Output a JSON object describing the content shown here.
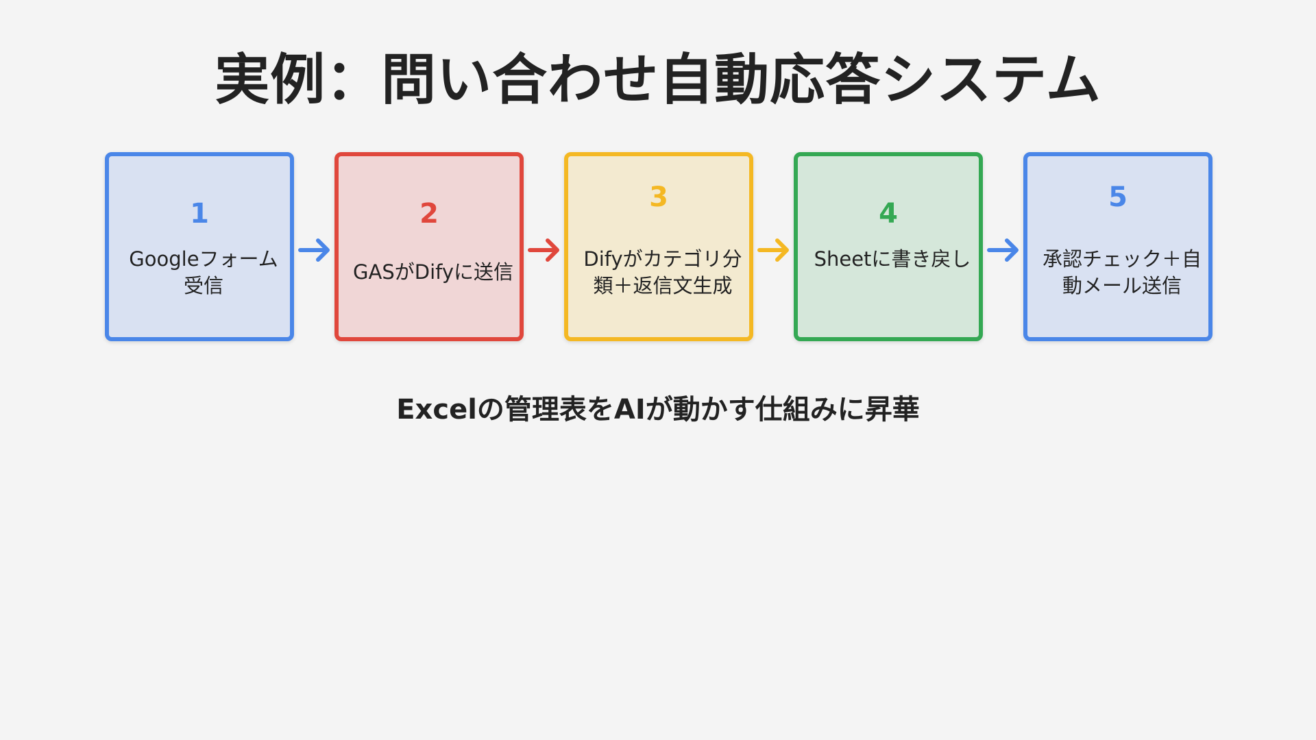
{
  "title": "実例：問い合わせ自動応答システム",
  "steps": [
    {
      "number": "1",
      "label": "Googleフォーム受信",
      "color": "#4a86e8",
      "fill": "#d9e1f2"
    },
    {
      "number": "2",
      "label": "GASがDifyに送信",
      "color": "#e0473c",
      "fill": "#f0d6d6"
    },
    {
      "number": "3",
      "label": "Difyがカテゴリ分類＋返信文生成",
      "color": "#f4b823",
      "fill": "#f3ead0"
    },
    {
      "number": "4",
      "label": "Sheetに書き戻し",
      "color": "#34a853",
      "fill": "#d5e7da"
    },
    {
      "number": "5",
      "label": "承認チェック＋自動メール送信",
      "color": "#4a86e8",
      "fill": "#d9e1f2"
    }
  ],
  "arrow_colors": [
    "#4a86e8",
    "#e0473c",
    "#f4b823",
    "#4a86e8"
  ],
  "tagline": "Excelの管理表をAIが動かす仕組みに昇華"
}
